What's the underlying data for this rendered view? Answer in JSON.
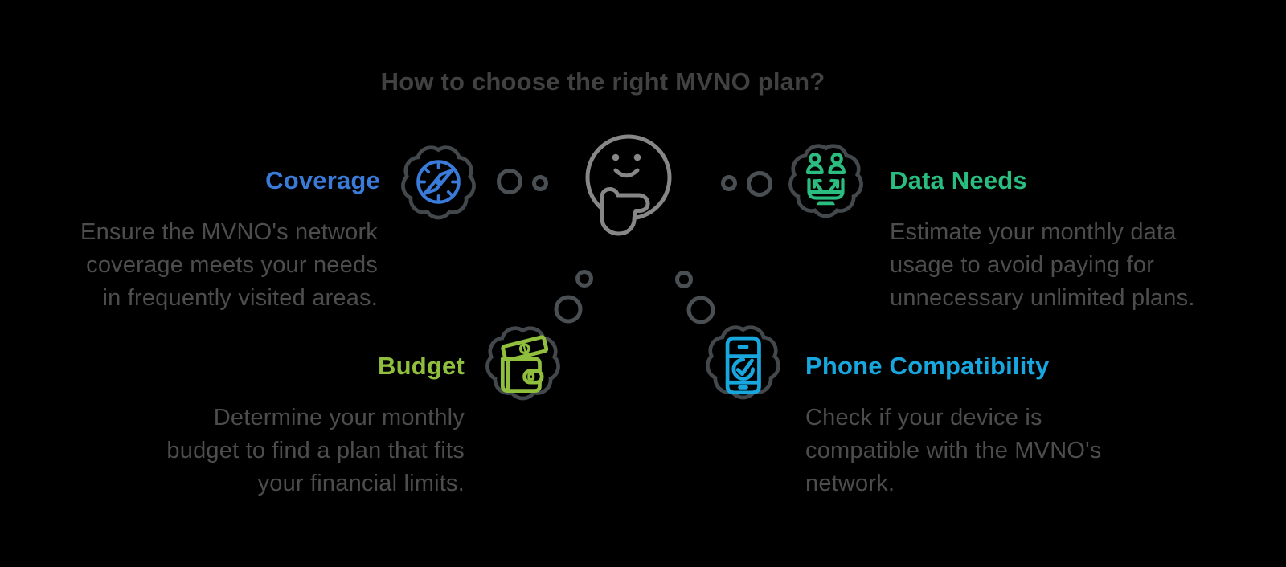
{
  "title": "How to choose the right MVNO plan?",
  "center_icon": "thinking-face-icon",
  "colors": {
    "background": "#000000",
    "cloud_outline": "#43484c",
    "bubble_outline": "#4a4f53",
    "face_outline": "#878787",
    "title_text": "#414141",
    "body_text": "#4d4d4d"
  },
  "sections": [
    {
      "id": "coverage",
      "label": "Coverage",
      "color": "#3a7ad8",
      "icon": "compass-icon",
      "desc_lines": [
        "Ensure the MVNO's network",
        "coverage meets your needs",
        "in frequently visited areas."
      ]
    },
    {
      "id": "data-needs",
      "label": "Data Needs",
      "color": "#2abd7f",
      "icon": "data-users-icon",
      "desc_lines": [
        "Estimate your monthly data",
        "usage to avoid paying for",
        "unnecessary unlimited plans."
      ]
    },
    {
      "id": "budget",
      "label": "Budget",
      "color": "#90bf3e",
      "icon": "wallet-icon",
      "desc_lines": [
        "Determine your monthly",
        "budget to find a plan that fits",
        "your financial limits."
      ]
    },
    {
      "id": "phone-compatibility",
      "label": "Phone Compatibility",
      "color": "#18a6de",
      "icon": "phone-check-icon",
      "desc_lines": [
        "Check if your device is",
        "compatible with the MVNO's",
        "network."
      ]
    }
  ]
}
